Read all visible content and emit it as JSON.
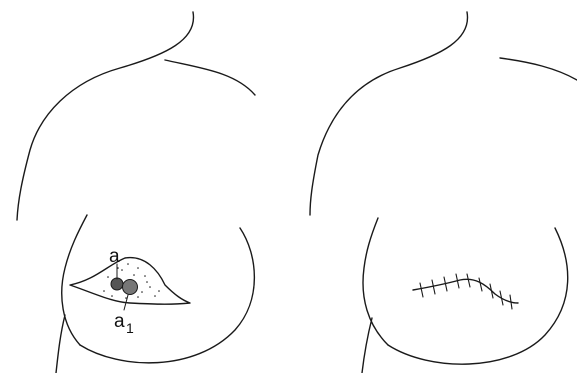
{
  "labels": {
    "a": "a",
    "a1_base": "a",
    "a1_sub": "1"
  },
  "colors": {
    "line": "#1a1a1a",
    "background": "#ffffff"
  }
}
